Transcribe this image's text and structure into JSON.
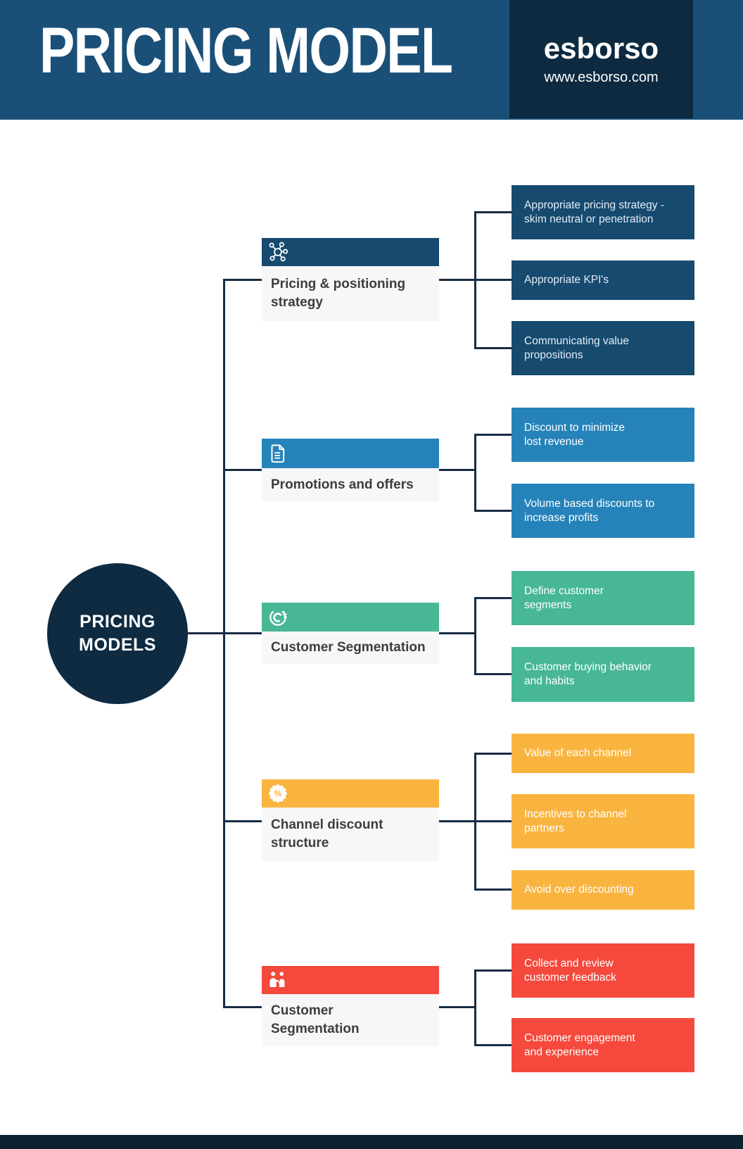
{
  "header": {
    "title": "PRICING MODEL",
    "brand_name": "esborso",
    "brand_url": "www.esborso.com"
  },
  "center_node": {
    "label": "PRICING\nMODELS"
  },
  "branches": [
    {
      "label": "Pricing & positioning\nstrategy",
      "icon": "network-icon",
      "color": "#164a6f",
      "leaves": [
        "Appropriate pricing strategy -\nskim neutral or penetration",
        "Appropriate KPI's",
        "Communicating value\npropositions"
      ]
    },
    {
      "label": "Promotions and offers",
      "icon": "document-icon",
      "color": "#2583ba",
      "leaves": [
        "Discount to minimize\nlost revenue",
        "Volume based discounts to\nincrease profits"
      ]
    },
    {
      "label": "Customer Segmentation",
      "icon": "segmentation-chart-icon",
      "color": "#47b795",
      "leaves": [
        "Define customer\nsegments",
        "Customer buying behavior\nand habits"
      ]
    },
    {
      "label": "Channel discount\nstructure",
      "icon": "percent-badge-icon",
      "color": "#f9b440",
      "leaves": [
        "Value of each channel",
        "Incentives to channel\npartners",
        "Avoid over discounting"
      ]
    },
    {
      "label": "Customer\nSegmentation",
      "icon": "people-icon",
      "color": "#f4493c",
      "leaves": [
        "Collect and review\ncustomer feedback",
        "Customer engagement\nand experience"
      ]
    }
  ],
  "colors": {
    "header_bg": "#1a5078",
    "brand_box_bg": "#0d2a40",
    "footer_bg": "#0c2233",
    "center_node_bg": "#0f2b42",
    "connector": "#182c42",
    "label_box_bg": "#f7f7f7",
    "label_text": "#3d3d3d",
    "navy": "#164a6f",
    "blue": "#2583ba",
    "green": "#47b795",
    "yellow": "#f9b440",
    "red": "#f4493c"
  }
}
